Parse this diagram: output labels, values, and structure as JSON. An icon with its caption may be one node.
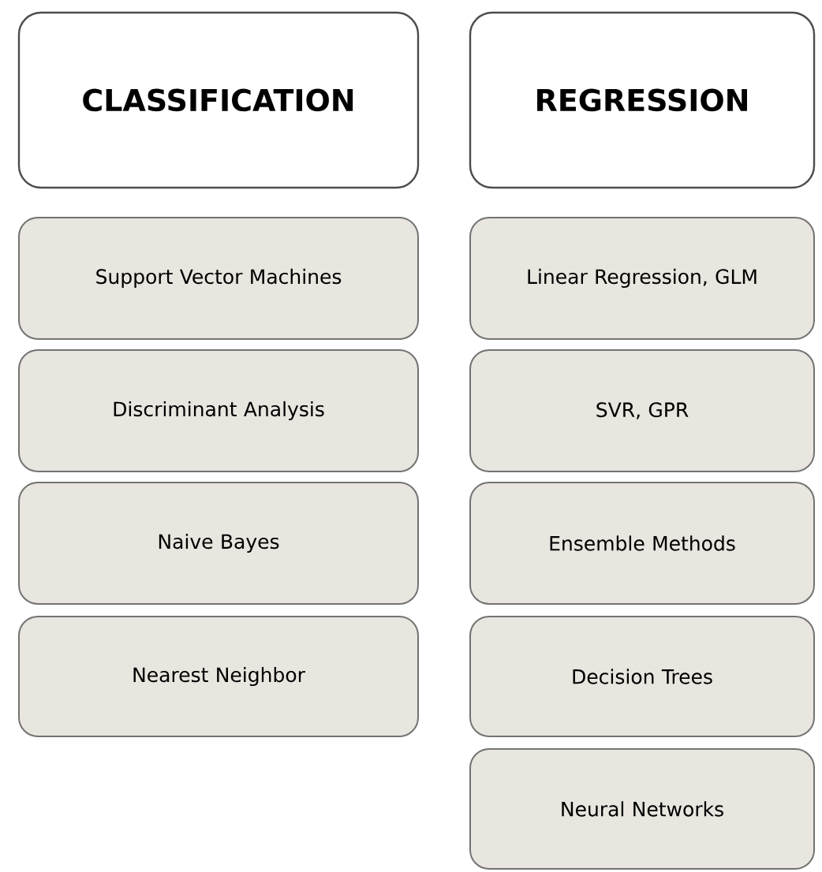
{
  "diagram": {
    "nodes": [
      {
        "text": [
          "CLASSIFICATION"
        ]
      },
      {
        "text": [
          "REGRESSION"
        ]
      },
      {
        "text": [
          "Support Vector Machines"
        ]
      },
      {
        "text": [
          "Discriminant Analysis"
        ]
      },
      {
        "text": [
          "Naive Bayes"
        ]
      },
      {
        "text": [
          "Nearest Neighbor"
        ]
      },
      {
        "text": [
          "Linear Regression, GLM"
        ]
      },
      {
        "text": [
          "SVR, GPR"
        ]
      },
      {
        "text": [
          "Ensemble Methods"
        ]
      },
      {
        "text": [
          "Decision Trees"
        ]
      },
      {
        "text": [
          "Neural Networks"
        ]
      }
    ]
  }
}
